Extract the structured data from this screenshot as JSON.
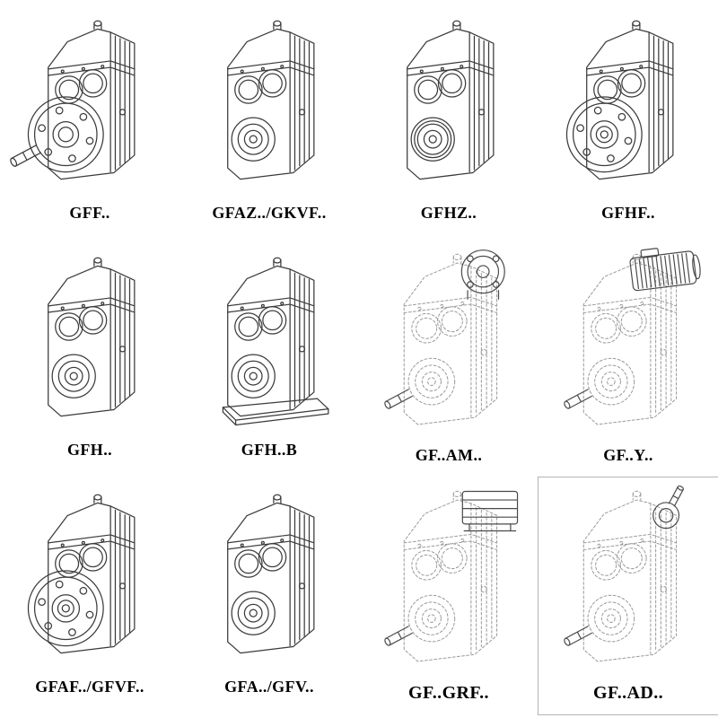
{
  "page": {
    "background_color": "#ffffff",
    "line_color": "#3b3b3b",
    "ghost_line_color": "#9a9a9a"
  },
  "catalog": {
    "items": [
      {
        "label": "GFF..",
        "drawing": "gearbox-flange-solid-shaft-icon"
      },
      {
        "label": "GFAZ../GKVF..",
        "drawing": "gearbox-hollow-shaft-icon"
      },
      {
        "label": "GFHZ..",
        "drawing": "gearbox-hollow-shaft-shrink-disc-icon"
      },
      {
        "label": "GFHF..",
        "drawing": "gearbox-bolted-flange-hollow-shaft-icon"
      },
      {
        "label": "GFH..",
        "drawing": "gearbox-hollow-shaft-icon"
      },
      {
        "label": "GFH..B",
        "drawing": "gearbox-hollow-shaft-with-base-icon"
      },
      {
        "label": "GF..AM..",
        "drawing": "gearbox-iec-adapter-flange-ghost-icon"
      },
      {
        "label": "GF..Y..",
        "drawing": "gearbox-with-motor-ghost-icon"
      },
      {
        "label": "GFAF../GFVF..",
        "drawing": "gearbox-bolted-flange-hollow-shaft-icon"
      },
      {
        "label": "GFA../GFV..",
        "drawing": "gearbox-hollow-shaft-icon"
      },
      {
        "label": "GF..GRF..",
        "drawing": "gearbox-cover-adapter-ghost-icon"
      },
      {
        "label": "GF..AD..",
        "drawing": "gearbox-input-shaft-adapter-ghost-icon"
      }
    ]
  }
}
